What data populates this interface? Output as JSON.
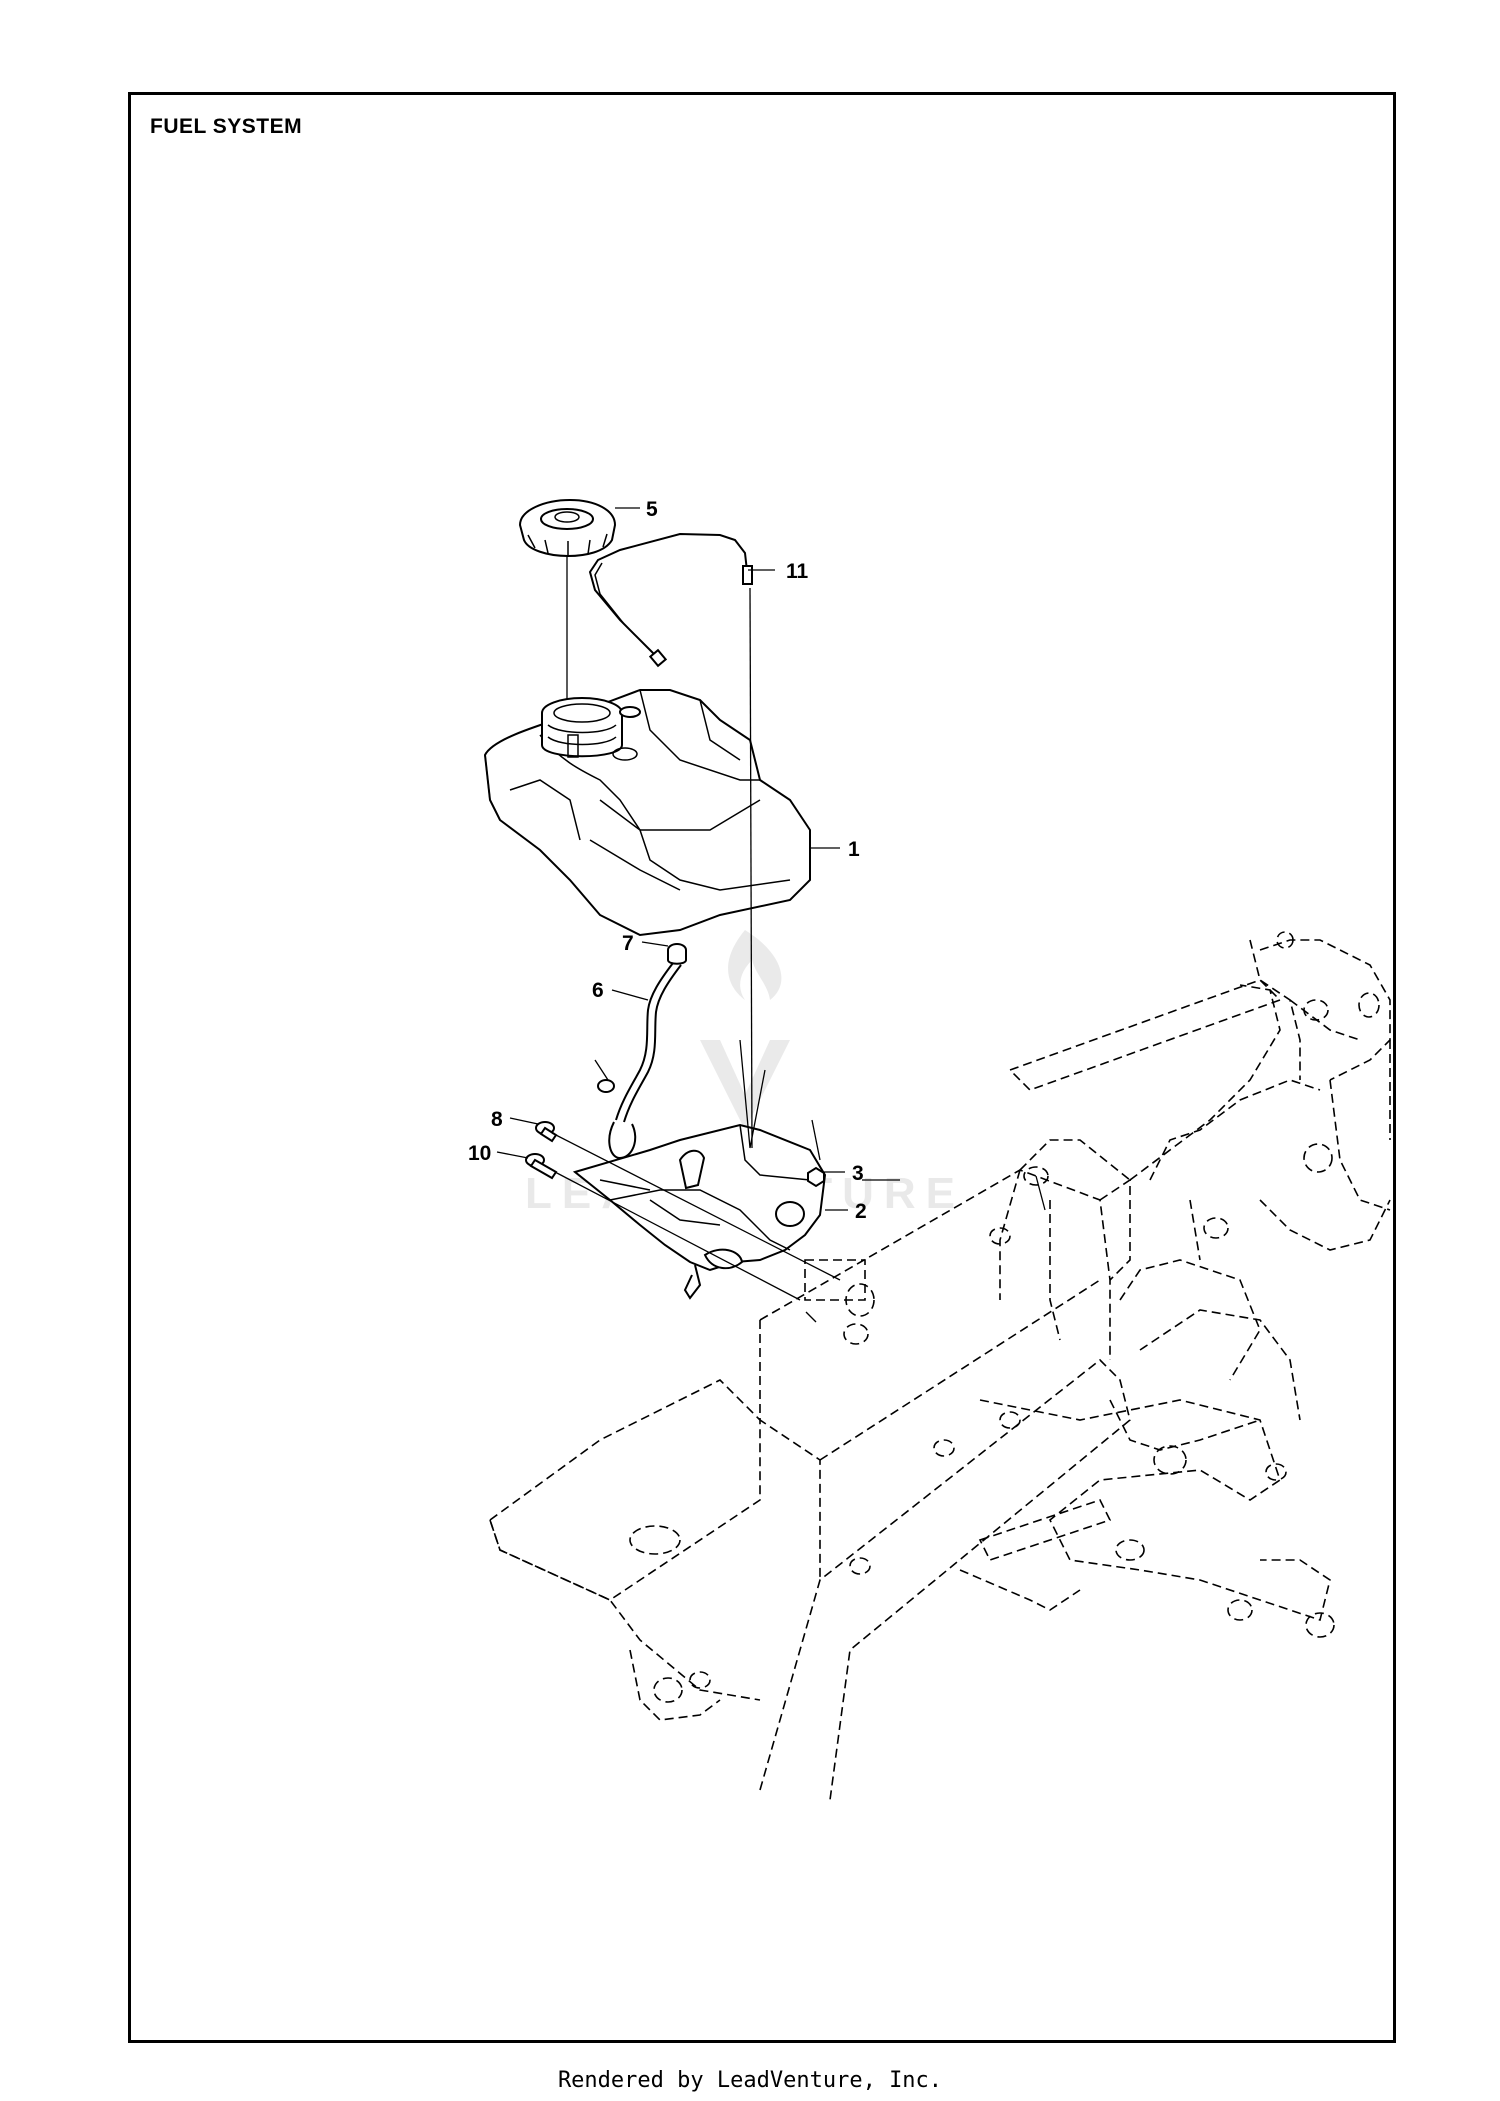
{
  "page": {
    "title": "FUEL SYSTEM",
    "footer": "Rendered by LeadVenture, Inc."
  },
  "watermark": {
    "text": "LEADVENTURE"
  },
  "callouts": [
    {
      "id": "c1",
      "label": "1"
    },
    {
      "id": "c2",
      "label": "2"
    },
    {
      "id": "c3",
      "label": "3"
    },
    {
      "id": "c5",
      "label": "5"
    },
    {
      "id": "c6",
      "label": "6"
    },
    {
      "id": "c7",
      "label": "7"
    },
    {
      "id": "c8",
      "label": "8"
    },
    {
      "id": "c10",
      "label": "10"
    },
    {
      "id": "c11",
      "label": "11"
    }
  ]
}
